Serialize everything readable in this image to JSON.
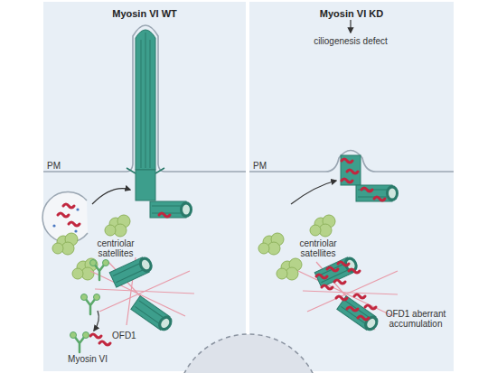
{
  "diagram": {
    "nodes": [
      {
        "text": [
          "Myosin VI WT"
        ]
      },
      {
        "text": [
          "Myosin VI KD"
        ]
      }
    ],
    "labels": [
      "PM",
      "centriolar satellites",
      "OFD1",
      "Myosin VI",
      "ciliogenesis defect",
      "PM",
      "centriolar satellites",
      "OFD1 aberrant accumulation"
    ]
  }
}
